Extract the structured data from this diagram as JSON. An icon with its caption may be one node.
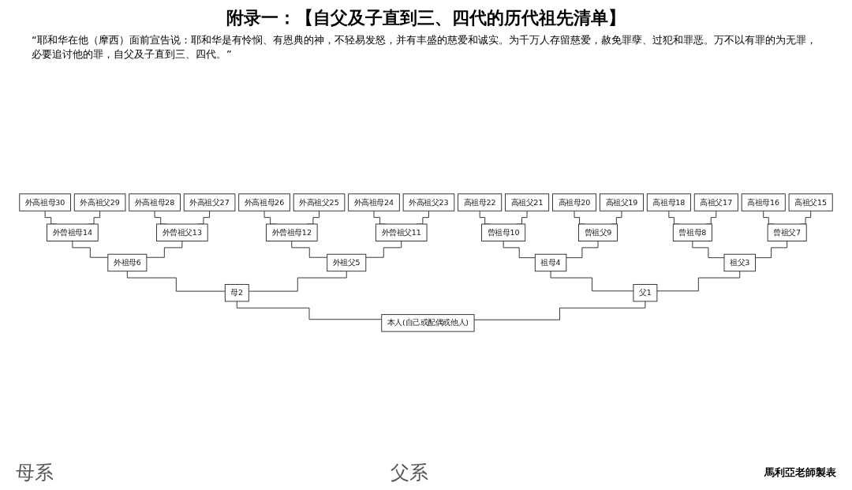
{
  "diagram": {
    "title": "附录一：【自父及子直到三、四代的历代祖先清单】",
    "nodes": [
      {
        "text": [
          "外高祖母30"
        ]
      },
      {
        "text": [
          "外高祖父29"
        ]
      },
      {
        "text": [
          "外高祖母28"
        ]
      },
      {
        "text": [
          "外高祖父27"
        ]
      },
      {
        "text": [
          "外高祖母26"
        ]
      },
      {
        "text": [
          "外高祖父25"
        ]
      },
      {
        "text": [
          "外高祖母24"
        ]
      },
      {
        "text": [
          "外高祖父23"
        ]
      },
      {
        "text": [
          "高祖母22"
        ]
      },
      {
        "text": [
          "高祖父21"
        ]
      },
      {
        "text": [
          "高祖母20"
        ]
      },
      {
        "text": [
          "高祖父19"
        ]
      },
      {
        "text": [
          "高祖母18"
        ]
      },
      {
        "text": [
          "高祖父17"
        ]
      },
      {
        "text": [
          "高祖母16"
        ]
      },
      {
        "text": [
          "高祖父15"
        ]
      },
      {
        "text": [
          "外曾祖母14"
        ]
      },
      {
        "text": [
          "外曾祖父13"
        ]
      },
      {
        "text": [
          "外曾祖母12"
        ]
      },
      {
        "text": [
          "外曾祖父11"
        ]
      },
      {
        "text": [
          "曾祖母10"
        ]
      },
      {
        "text": [
          "曾祖父9"
        ]
      },
      {
        "text": [
          "曾祖母8"
        ]
      },
      {
        "text": [
          "曾祖父7"
        ]
      },
      {
        "text": [
          "外祖母6"
        ]
      },
      {
        "text": [
          "外祖父5"
        ]
      },
      {
        "text": [
          "祖母4"
        ]
      },
      {
        "text": [
          "祖父3"
        ]
      },
      {
        "text": [
          "母2"
        ]
      },
      {
        "text": [
          "父1"
        ]
      },
      {
        "text": [
          "本人(自己或配偶或他人)"
        ]
      }
    ],
    "edges": [
      {
        "from": 0,
        "to": 16,
        "arrow": "none"
      },
      {
        "from": 1,
        "to": 16,
        "arrow": "none"
      },
      {
        "from": 2,
        "to": 17,
        "arrow": "none"
      },
      {
        "from": 3,
        "to": 17,
        "arrow": "none"
      },
      {
        "from": 4,
        "to": 18,
        "arrow": "none"
      },
      {
        "from": 5,
        "to": 18,
        "arrow": "none"
      },
      {
        "from": 6,
        "to": 19,
        "arrow": "none"
      },
      {
        "from": 7,
        "to": 19,
        "arrow": "none"
      },
      {
        "from": 8,
        "to": 20,
        "arrow": "none"
      },
      {
        "from": 9,
        "to": 20,
        "arrow": "none"
      },
      {
        "from": 10,
        "to": 21,
        "arrow": "none"
      },
      {
        "from": 11,
        "to": 21,
        "arrow": "none"
      },
      {
        "from": 12,
        "to": 22,
        "arrow": "none"
      },
      {
        "from": 13,
        "to": 22,
        "arrow": "none"
      },
      {
        "from": 14,
        "to": 23,
        "arrow": "none"
      },
      {
        "from": 15,
        "to": 23,
        "arrow": "none"
      },
      {
        "from": 16,
        "to": 24,
        "arrow": "none"
      },
      {
        "from": 17,
        "to": 24,
        "arrow": "none"
      },
      {
        "from": 18,
        "to": 25,
        "arrow": "none"
      },
      {
        "from": 19,
        "to": 25,
        "arrow": "none"
      },
      {
        "from": 20,
        "to": 26,
        "arrow": "none"
      },
      {
        "from": 21,
        "to": 26,
        "arrow": "none"
      },
      {
        "from": 22,
        "to": 27,
        "arrow": "none"
      },
      {
        "from": 23,
        "to": 27,
        "arrow": "none"
      },
      {
        "from": 24,
        "to": 28,
        "arrow": "none"
      },
      {
        "from": 25,
        "to": 28,
        "arrow": "none"
      },
      {
        "from": 26,
        "to": 29,
        "arrow": "none"
      },
      {
        "from": 27,
        "to": 29,
        "arrow": "none"
      },
      {
        "from": 28,
        "to": 30,
        "arrow": "none"
      },
      {
        "from": 29,
        "to": 30,
        "arrow": "none"
      }
    ],
    "labels": [
      "“耶和华在他（摩西）面前宣告说：耶和华是有怜悯、有恩典的神，不轻易发怒，并有丰盛的慈爱和诚实。为千万人存留慈爱，赦免罪孽、过犯和罪恶。万不以有罪的为无罪，必要追讨他的罪，自父及子直到三、四代。”",
      "母系",
      "父系",
      "馬利亞老師製表"
    ]
  }
}
